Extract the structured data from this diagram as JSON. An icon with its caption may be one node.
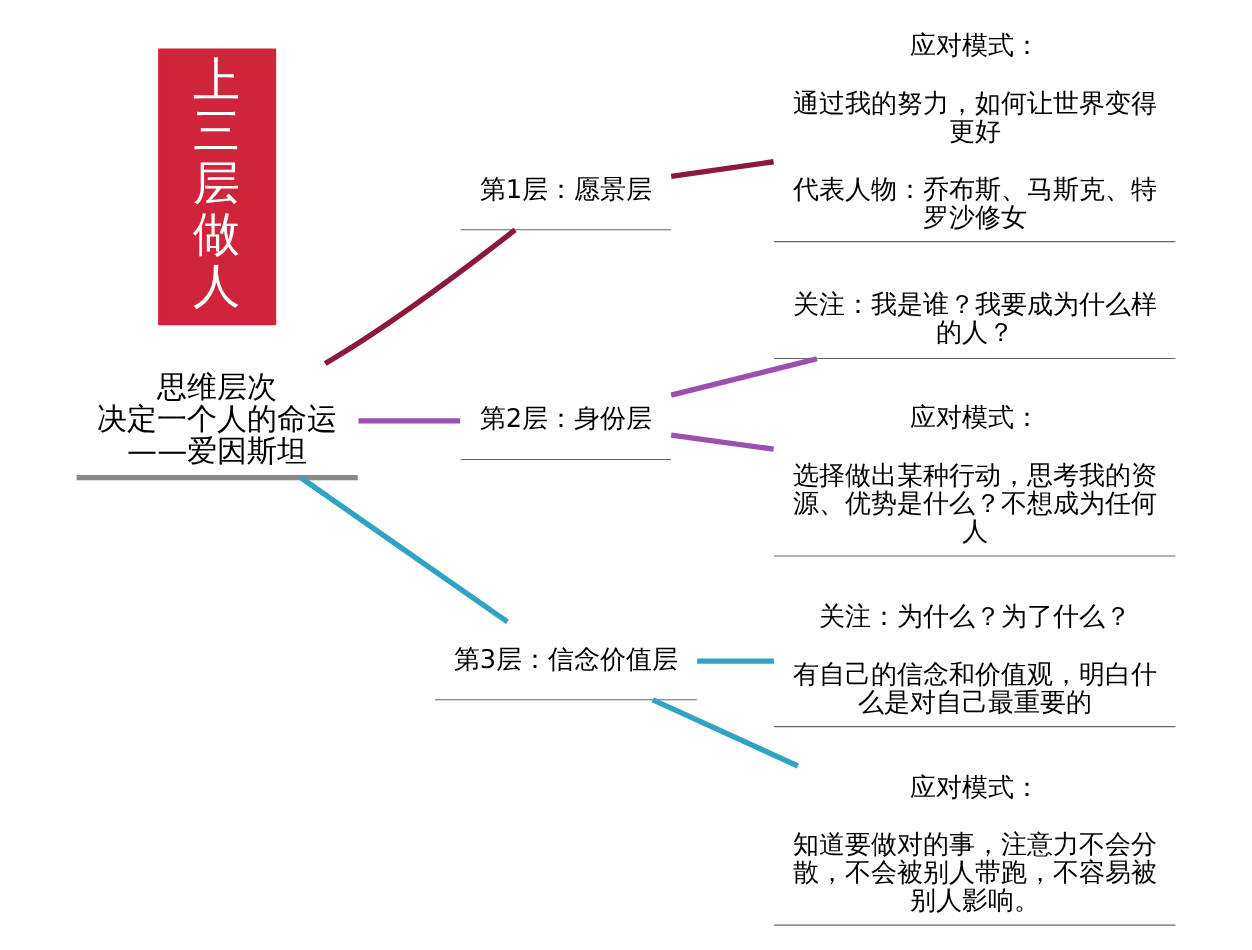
{
  "diagram": {
    "nodes": [
      {
        "text": [
          "思维层次决定一个人的命运——爱因斯坦"
        ]
      },
      {
        "text": [
          "第1层：愿景层"
        ]
      },
      {
        "text": [
          "应对模式：",
          "通过我的努力，如何让世界变得更好",
          "代表人物：乔布斯、马斯克、特罗沙修女"
        ]
      },
      {
        "text": [
          "第2层：身份层"
        ]
      },
      {
        "text": [
          "关注：我是谁？我要成为什么样的人？"
        ]
      },
      {
        "text": [
          "应对模式：",
          "选择做出某种行动，思考我的资源、优势是什么？不想成为任何人"
        ]
      },
      {
        "text": [
          "第3层：信念价值层"
        ]
      },
      {
        "text": [
          "关注：为什么？为了什么？",
          "有自己的信念和价值观，明白什么是对自己最重要的"
        ]
      },
      {
        "text": [
          "应对模式：",
          "知道要做对的事，注意力不会分散，不会被别人带跑，不容易被别人影响。"
        ]
      }
    ],
    "edges": [
      {
        "from": 0,
        "to": 1,
        "arrow": "none",
        "color": "#8b1a3a"
      },
      {
        "from": 1,
        "to": 2,
        "arrow": "none",
        "color": "#8b1a3a"
      },
      {
        "from": 0,
        "to": 3,
        "arrow": "none",
        "color": "#9b4fb0"
      },
      {
        "from": 3,
        "to": 4,
        "arrow": "none",
        "color": "#9b4fb0"
      },
      {
        "from": 3,
        "to": 5,
        "arrow": "none",
        "color": "#9b4fb0"
      },
      {
        "from": 0,
        "to": 6,
        "arrow": "none",
        "color": "#2fa3c4"
      },
      {
        "from": 6,
        "to": 7,
        "arrow": "none",
        "color": "#2fa3c4"
      },
      {
        "from": 6,
        "to": 8,
        "arrow": "none",
        "color": "#2fa3c4"
      }
    ],
    "labels": [
      "上三层做人"
    ]
  }
}
